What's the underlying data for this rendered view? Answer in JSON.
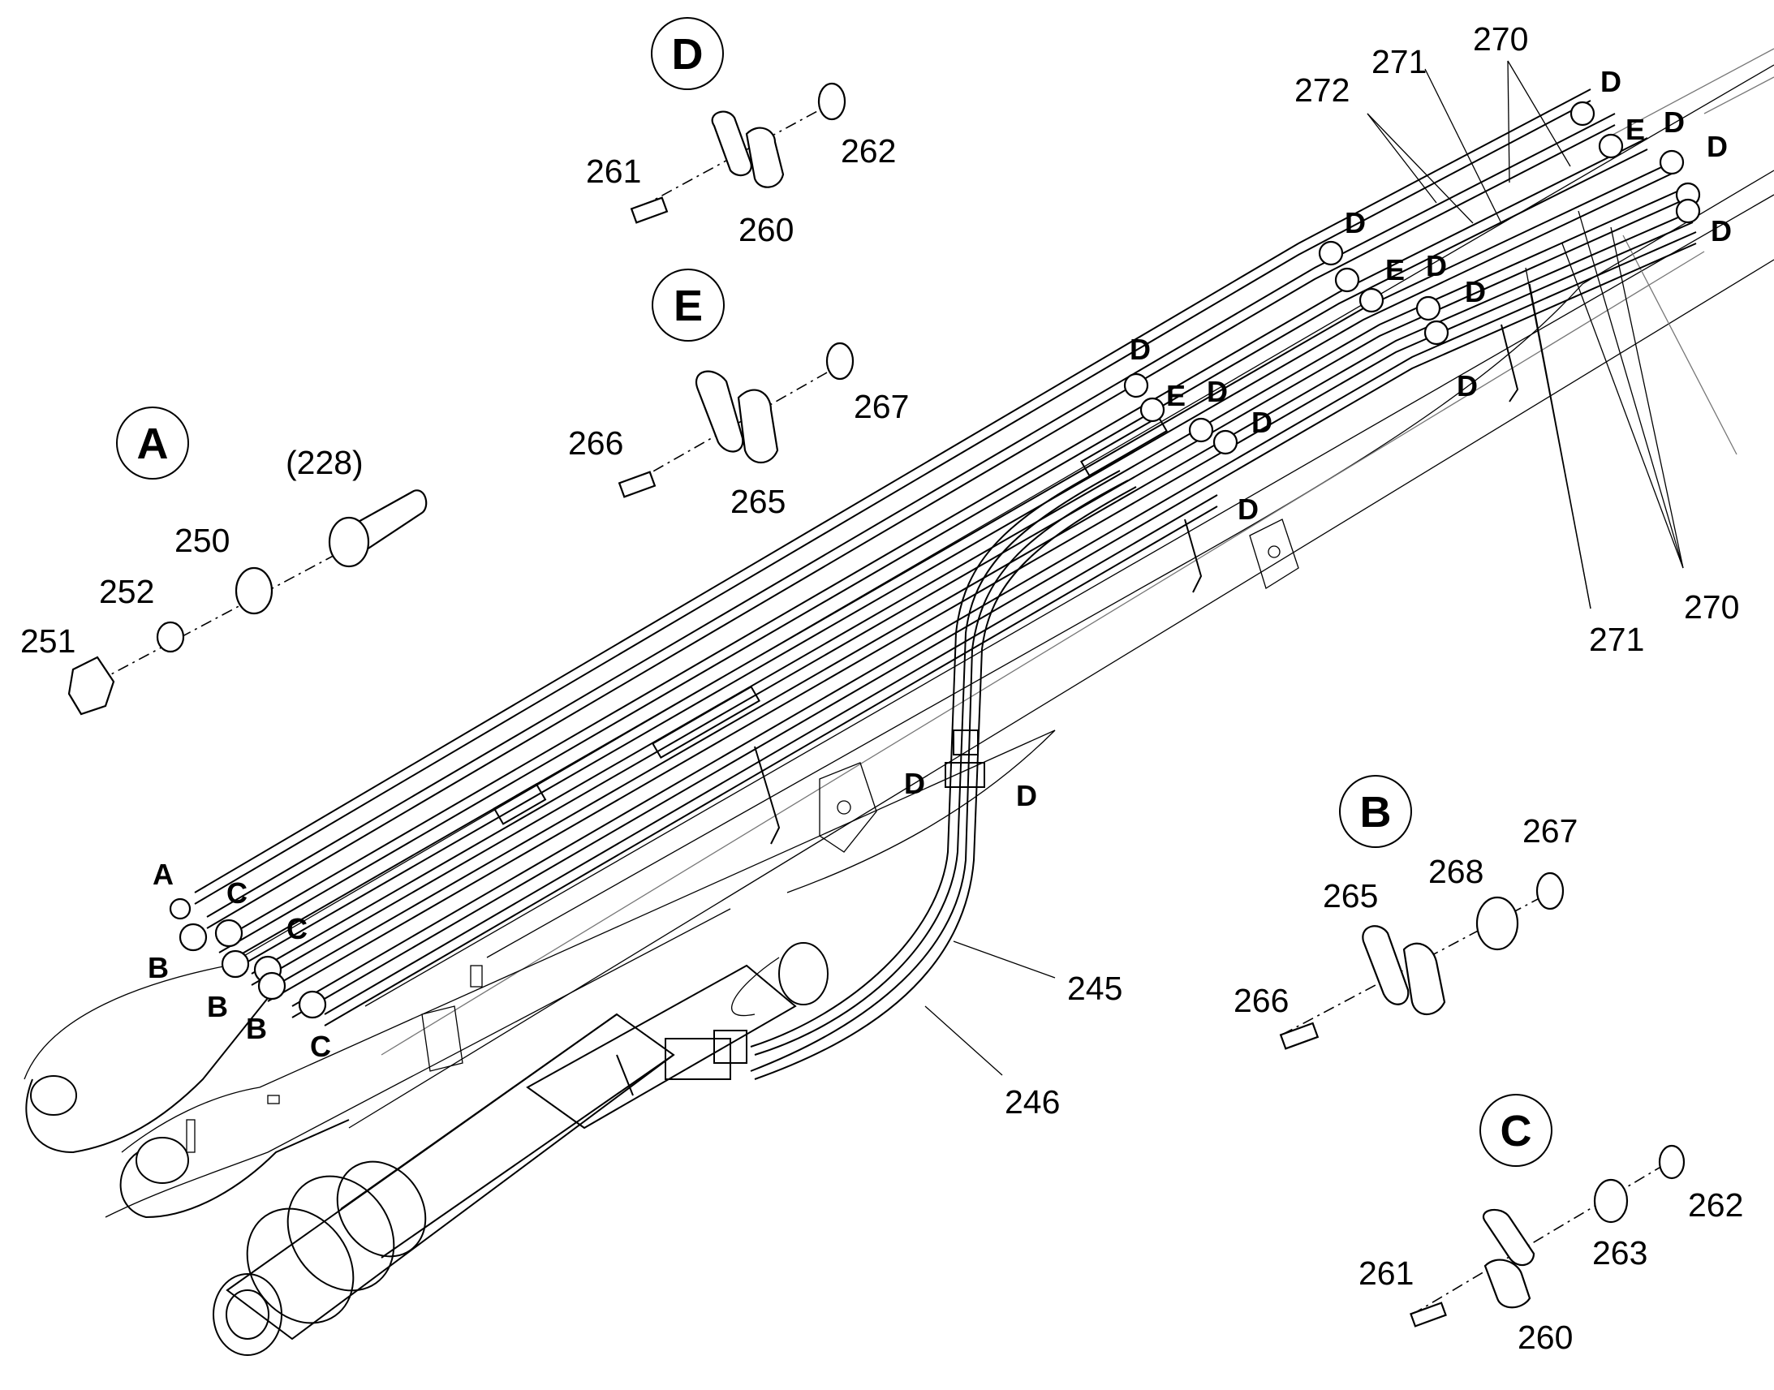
{
  "detail_circles": {
    "A": "A",
    "B": "B",
    "C": "C",
    "D": "D",
    "E": "E"
  },
  "callouts": [
    {
      "id": "c270a",
      "text": "270"
    },
    {
      "id": "c271a",
      "text": "271"
    },
    {
      "id": "c272",
      "text": "272"
    },
    {
      "id": "c261a",
      "text": "261"
    },
    {
      "id": "c262a",
      "text": "262"
    },
    {
      "id": "c260a",
      "text": "260"
    },
    {
      "id": "c267a",
      "text": "267"
    },
    {
      "id": "c266a",
      "text": "266"
    },
    {
      "id": "c265a",
      "text": "265"
    },
    {
      "id": "c228",
      "text": "(228)"
    },
    {
      "id": "c250",
      "text": "250"
    },
    {
      "id": "c252",
      "text": "252"
    },
    {
      "id": "c251",
      "text": "251"
    },
    {
      "id": "c270b",
      "text": "270"
    },
    {
      "id": "c271b",
      "text": "271"
    },
    {
      "id": "c245",
      "text": "245"
    },
    {
      "id": "c246",
      "text": "246"
    },
    {
      "id": "c267b",
      "text": "267"
    },
    {
      "id": "c268",
      "text": "268"
    },
    {
      "id": "c265b",
      "text": "265"
    },
    {
      "id": "c266b",
      "text": "266"
    },
    {
      "id": "c262b",
      "text": "262"
    },
    {
      "id": "c263",
      "text": "263"
    },
    {
      "id": "c261b",
      "text": "261"
    },
    {
      "id": "c260b",
      "text": "260"
    }
  ],
  "tube_end_labels": [
    {
      "id": "t1",
      "text": "D"
    },
    {
      "id": "t2",
      "text": "E"
    },
    {
      "id": "t3",
      "text": "D"
    },
    {
      "id": "t4",
      "text": "D"
    },
    {
      "id": "t5",
      "text": "D"
    },
    {
      "id": "t6",
      "text": "D"
    },
    {
      "id": "t7",
      "text": "E"
    },
    {
      "id": "t8",
      "text": "D"
    },
    {
      "id": "t9",
      "text": "D"
    },
    {
      "id": "t10",
      "text": "D"
    },
    {
      "id": "t11",
      "text": "D"
    },
    {
      "id": "t12",
      "text": "E"
    },
    {
      "id": "t13",
      "text": "D"
    },
    {
      "id": "t14",
      "text": "D"
    },
    {
      "id": "t15",
      "text": "D"
    },
    {
      "id": "t16",
      "text": "D"
    },
    {
      "id": "t17",
      "text": "D"
    },
    {
      "id": "t18",
      "text": "A"
    },
    {
      "id": "t19",
      "text": "C"
    },
    {
      "id": "t20",
      "text": "C"
    },
    {
      "id": "t21",
      "text": "B"
    },
    {
      "id": "t22",
      "text": "B"
    },
    {
      "id": "t23",
      "text": "B"
    },
    {
      "id": "t24",
      "text": "C"
    }
  ]
}
